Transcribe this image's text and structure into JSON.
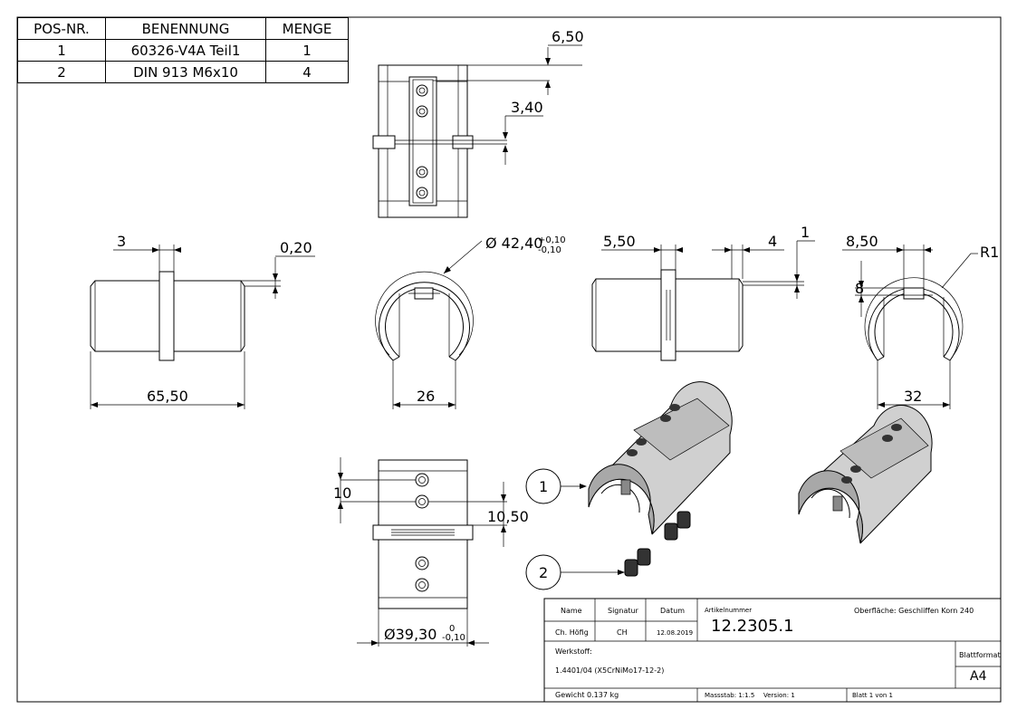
{
  "bom": {
    "headers": [
      "POS-NR.",
      "BENENNUNG",
      "MENGE"
    ],
    "rows": [
      [
        "1",
        "60326-V4A Teil1",
        "1"
      ],
      [
        "2",
        "DIN 913 M6x10",
        "4"
      ]
    ]
  },
  "dimensions": {
    "top_650": "6,50",
    "top_340": "3,40",
    "side_3": "3",
    "side_020": "0,20",
    "side_6550": "65,50",
    "front_dia": "Ø 42,40",
    "front_dia_tol_upper": "+0,10",
    "front_dia_tol_lower": "-0,10",
    "front_26": "26",
    "side2_550": "5,50",
    "side2_4": "4",
    "side2_1": "1",
    "front2_850": "8,50",
    "front2_r1": "R1",
    "front2_8": "8",
    "front2_32": "32",
    "bottom_10": "10",
    "bottom_1050": "10,50",
    "bottom_dia": "Ø39,30",
    "bottom_tol_upper": "0",
    "bottom_tol_lower": "-0,10"
  },
  "balloons": {
    "b1": "1",
    "b2": "2"
  },
  "title_block": {
    "name_label": "Name",
    "signatur_label": "Signatur",
    "datum_label": "Datum",
    "artikelnummer_label": "Artikelnummer",
    "oberflaeche": "Oberfläche:  Geschliffen Korn 240",
    "name": "Ch. Höfig",
    "signatur": "CH",
    "datum": "12.08.2019",
    "artikelnummer": "12.2305.1",
    "werkstoff_label": "Werkstoff:",
    "werkstoff": "1.4401/04 (X5CrNiMo17-12-2)",
    "blattformat_label": "Blattformat",
    "blattformat": "A4",
    "gewicht": "Gewicht 0.137 kg",
    "massstab": "Massstab: 1:1.5",
    "version": "Version: 1",
    "blatt": "Blatt 1 von 1"
  }
}
